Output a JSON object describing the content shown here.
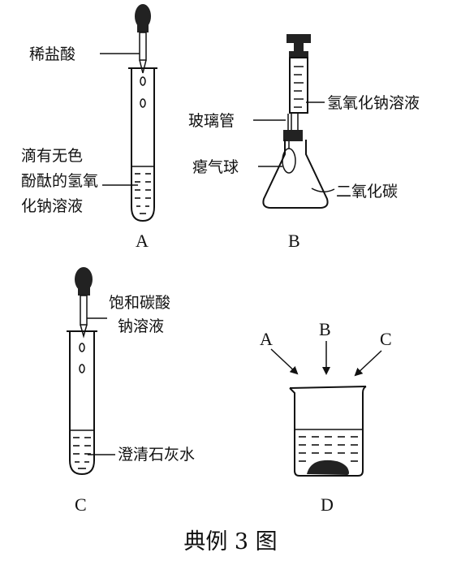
{
  "figure": {
    "caption": "典例 3 图",
    "panels": [
      {
        "letter": "A",
        "labels": [
          "稀盐酸",
          "滴有无色",
          "酚酞的氢氧",
          "化钠溶液"
        ]
      },
      {
        "letter": "B",
        "labels": [
          "玻璃管",
          "氢氧化钠溶液",
          "瘪气球",
          "二氧化碳"
        ]
      },
      {
        "letter": "C",
        "labels": [
          "饱和碳酸",
          "钠溶液",
          "澄清石灰水"
        ]
      },
      {
        "letter": "D",
        "arrows": [
          "A",
          "B",
          "C"
        ]
      }
    ]
  }
}
